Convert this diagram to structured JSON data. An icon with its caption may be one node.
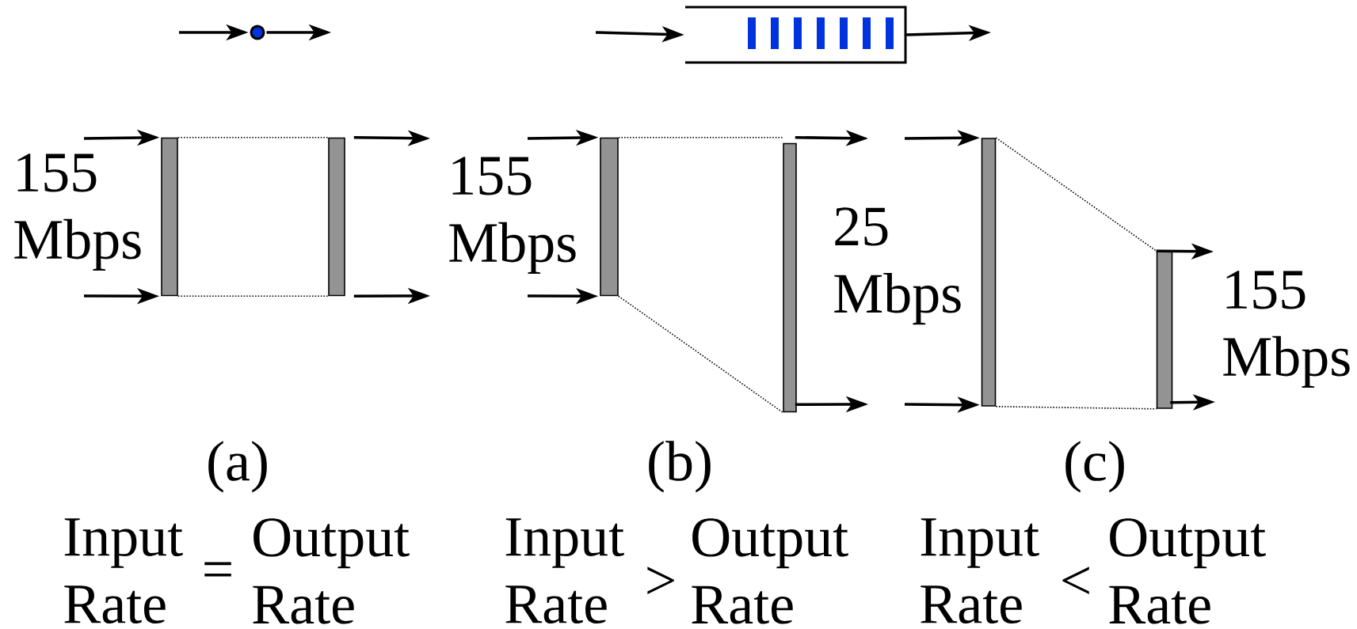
{
  "diagram": {
    "nodes": [
      {
        "text": [],
        "shape": "circle"
      },
      {
        "text": [],
        "shape": "box"
      },
      {
        "text": [],
        "shape": "bar"
      },
      {
        "text": [],
        "shape": "bar"
      },
      {
        "text": [],
        "shape": "bar"
      },
      {
        "text": [],
        "shape": "bar"
      },
      {
        "text": [],
        "shape": "bar"
      },
      {
        "text": [],
        "shape": "bar"
      }
    ],
    "edges": [
      {
        "from": null,
        "to": 0,
        "arrow": "to"
      },
      {
        "from": 0,
        "to": null,
        "arrow": "to"
      },
      {
        "from": null,
        "to": 1,
        "arrow": "to"
      },
      {
        "from": 1,
        "to": null,
        "arrow": "to"
      },
      {
        "from": null,
        "to": 2,
        "arrow": "to"
      },
      {
        "from": null,
        "to": 2,
        "arrow": "to"
      },
      {
        "from": 2,
        "to": 3,
        "arrow": "none",
        "style": "dashed"
      },
      {
        "from": 2,
        "to": 3,
        "arrow": "none",
        "style": "dashed"
      },
      {
        "from": 3,
        "to": null,
        "arrow": "to"
      },
      {
        "from": 3,
        "to": null,
        "arrow": "to"
      },
      {
        "from": null,
        "to": 4,
        "arrow": "to"
      },
      {
        "from": null,
        "to": 4,
        "arrow": "to"
      },
      {
        "from": 4,
        "to": 5,
        "arrow": "none",
        "style": "dashed"
      },
      {
        "from": 4,
        "to": 5,
        "arrow": "none",
        "style": "dashed"
      },
      {
        "from": 5,
        "to": null,
        "arrow": "to"
      },
      {
        "from": 5,
        "to": null,
        "arrow": "to"
      },
      {
        "from": null,
        "to": 6,
        "arrow": "to"
      },
      {
        "from": null,
        "to": 6,
        "arrow": "to"
      },
      {
        "from": 6,
        "to": 7,
        "arrow": "none",
        "style": "dashed"
      },
      {
        "from": 6,
        "to": 7,
        "arrow": "none",
        "style": "dashed"
      },
      {
        "from": 7,
        "to": null,
        "arrow": "to"
      },
      {
        "from": 7,
        "to": null,
        "arrow": "to"
      }
    ],
    "labels": [
      "155 Mbps",
      "155 Mbps",
      "25 Mbps",
      "155 Mbps",
      "(a)",
      "(b)",
      "(c)",
      "Input Rate",
      "=",
      "Output Rate",
      "Input Rate",
      ">",
      "Output Rate",
      "Input Rate",
      "<",
      "Output Rate"
    ]
  }
}
